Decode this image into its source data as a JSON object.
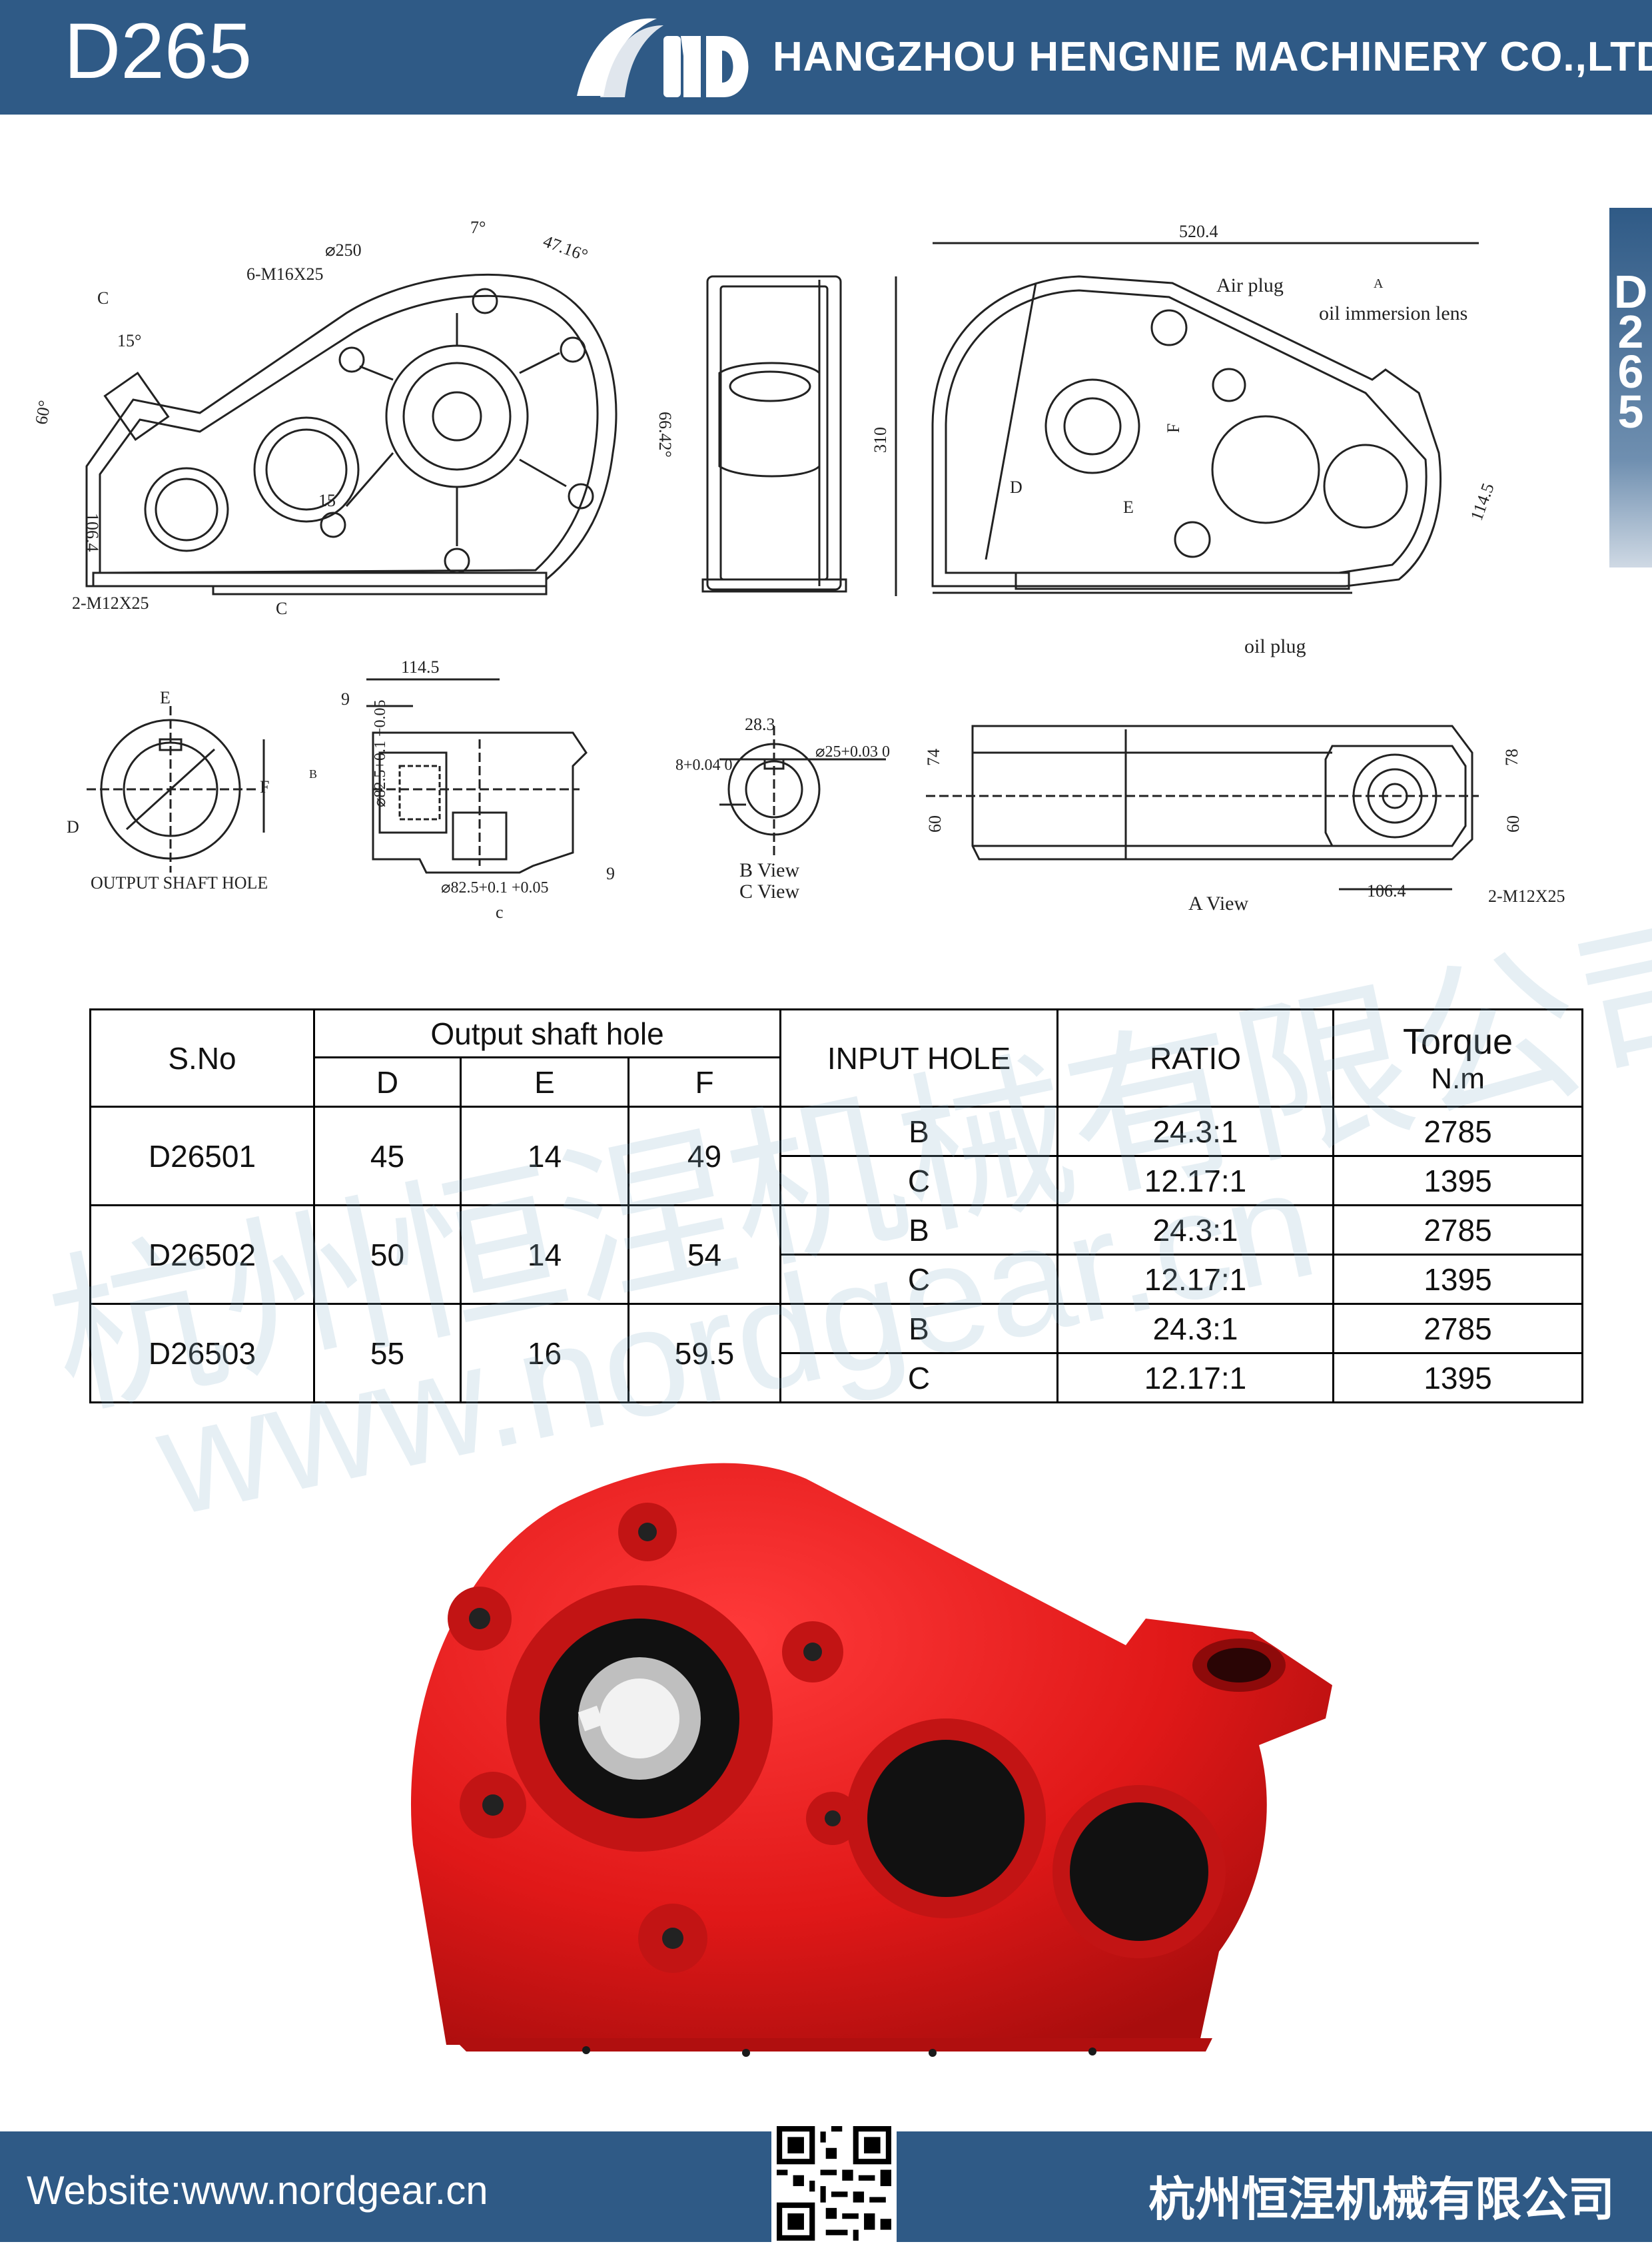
{
  "header": {
    "model": "D265",
    "company": "HANGZHOU HENGNIE MACHINERY CO.,LTD"
  },
  "side_tab": {
    "chars": [
      "D",
      "2",
      "6",
      "5"
    ]
  },
  "drawing": {
    "dims": {
      "phi250": "⌀250",
      "m16": "6-M16X25",
      "c_top": "C",
      "deg15": "15°",
      "deg60": "60°",
      "deg7": "7°",
      "deg4716": "47.16°",
      "deg6642": "66.42°",
      "h1064": "106.4",
      "m12": "2-M12X25",
      "c_bottom": "C",
      "d15": "15",
      "w5204": "520.4",
      "air_plug": "Air plug",
      "a_mark": "A",
      "oil_lens": "oil immersion lens",
      "h310": "310",
      "f_label": "F",
      "d_label": "D",
      "e_label": "E",
      "h1145": "114.5",
      "oil_plug": "oil plug",
      "e_small": "E",
      "f_small": "F",
      "d_small": "D",
      "output_shaft_hole": "OUTPUT SHAFT HOLE",
      "w1145": "114.5",
      "nine": "9",
      "b_mark": "B",
      "phi825v": "⌀82.5+0.1 +0.05",
      "phi825h": "⌀82.5+0.1 +0.05",
      "nine_b": "9",
      "c_mark": "c",
      "w283": "28.3",
      "phi25": "⌀25+0.03 0",
      "eight": "8+0.04 0",
      "b_view": "B View",
      "c_view": "C View",
      "h74": "74",
      "h60": "60",
      "a_view": "A View",
      "w1064b": "106.4",
      "h78": "78",
      "h60b": "60",
      "m12b": "2-M12X25"
    }
  },
  "table": {
    "headers": {
      "sno": "S.No",
      "output_shaft_hole": "Output shaft hole",
      "d": "D",
      "e": "E",
      "f": "F",
      "input_hole": "INPUT HOLE",
      "ratio": "RATIO",
      "torque": "Torque",
      "torque_unit": "N.m"
    },
    "rows": [
      {
        "sno": "D26501",
        "d": "45",
        "e": "14",
        "f": "49",
        "sub": [
          {
            "input": "B",
            "ratio": "24.3:1",
            "torque": "2785"
          },
          {
            "input": "C",
            "ratio": "12.17:1",
            "torque": "1395"
          }
        ]
      },
      {
        "sno": "D26502",
        "d": "50",
        "e": "14",
        "f": "54",
        "sub": [
          {
            "input": "B",
            "ratio": "24.3:1",
            "torque": "2785"
          },
          {
            "input": "C",
            "ratio": "12.17:1",
            "torque": "1395"
          }
        ]
      },
      {
        "sno": "D26503",
        "d": "55",
        "e": "16",
        "f": "59.5",
        "sub": [
          {
            "input": "B",
            "ratio": "24.3:1",
            "torque": "2785"
          },
          {
            "input": "C",
            "ratio": "12.17:1",
            "torque": "1395"
          }
        ]
      }
    ]
  },
  "watermark": {
    "cn": "杭州恒涅机械有限公司",
    "url": "www.nordgear.cn"
  },
  "footer": {
    "website": "Website:www.nordgear.cn",
    "company_cn": "杭州恒涅机械有限公司"
  },
  "colors": {
    "header_blue": "#2f5a86",
    "product_red": "#e01818"
  }
}
